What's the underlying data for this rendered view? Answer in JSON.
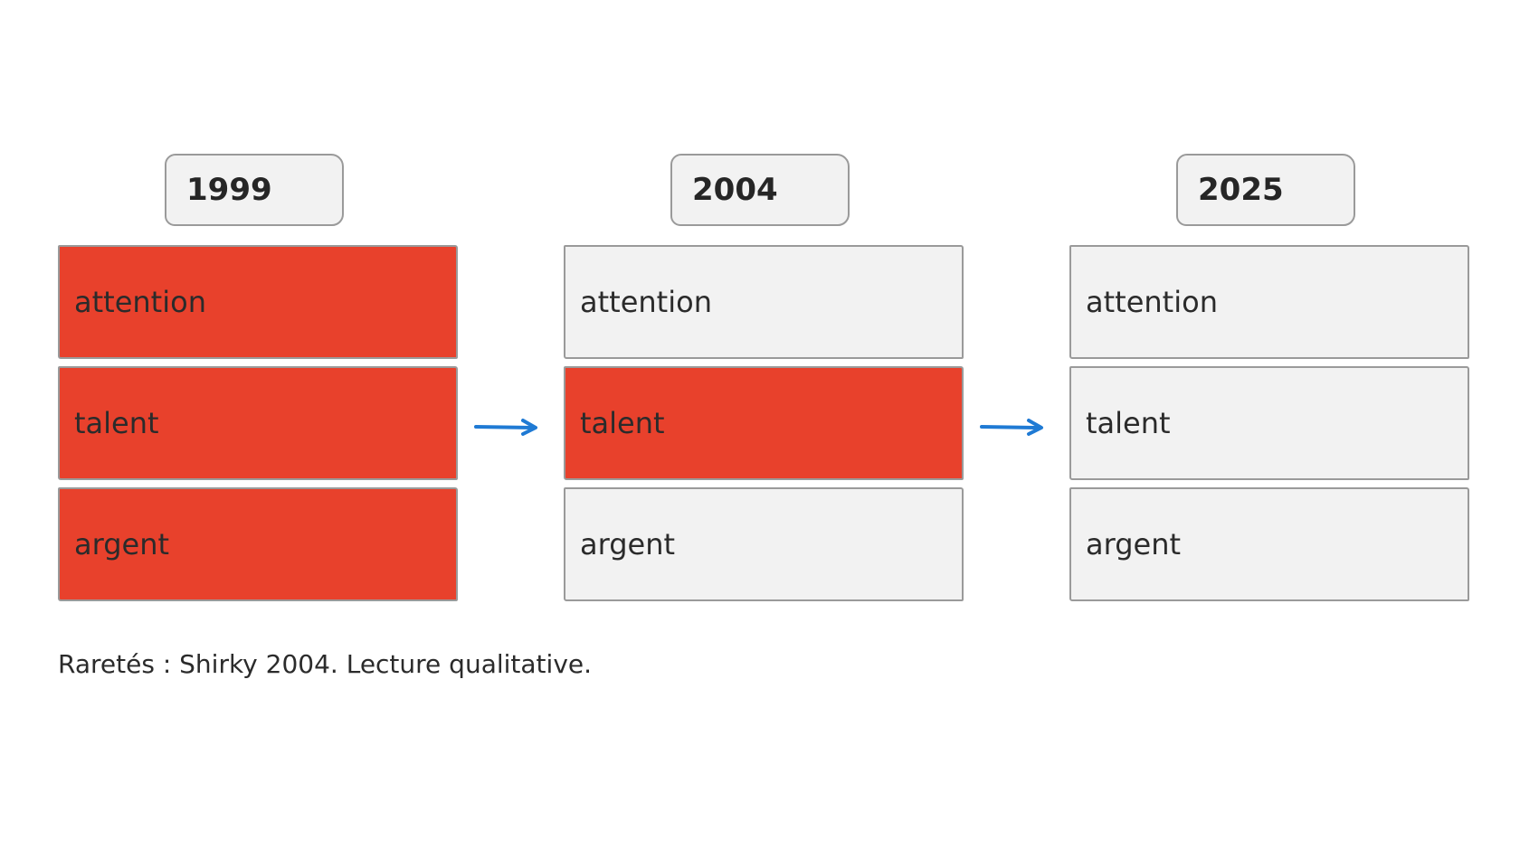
{
  "columns": [
    {
      "year": "1999",
      "cells": [
        {
          "label": "attention",
          "scarce": true
        },
        {
          "label": "talent",
          "scarce": true
        },
        {
          "label": "argent",
          "scarce": true
        }
      ]
    },
    {
      "year": "2004",
      "cells": [
        {
          "label": "attention",
          "scarce": false
        },
        {
          "label": "talent",
          "scarce": true
        },
        {
          "label": "argent",
          "scarce": false
        }
      ]
    },
    {
      "year": "2025",
      "cells": [
        {
          "label": "attention",
          "scarce": false
        },
        {
          "label": "talent",
          "scarce": false
        },
        {
          "label": "argent",
          "scarce": false
        }
      ]
    }
  ],
  "caption": "Raretés : Shirky 2004. Lecture qualitative.",
  "colors": {
    "scarce_fill": "#e8412c",
    "neutral_fill": "#f2f2f2",
    "border": "#9a9a9a",
    "arrow": "#1f7ad4"
  },
  "icons": {
    "transition_arrow": "right-arrow-icon"
  }
}
